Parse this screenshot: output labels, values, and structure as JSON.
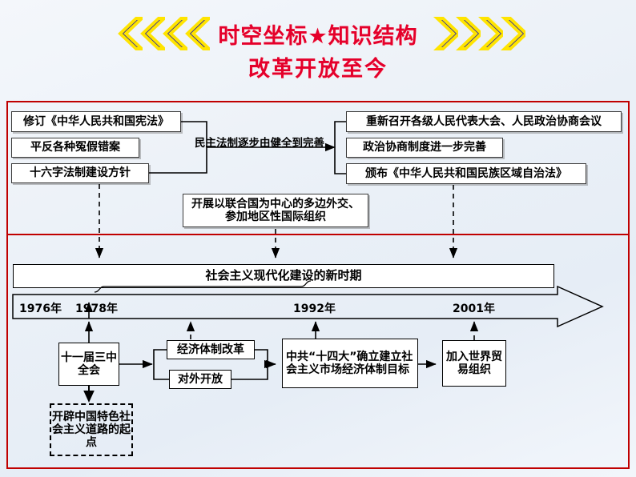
{
  "title": {
    "main": "时空坐标★知识结构",
    "sub": "改革开放至今",
    "chevron_left_count": 4,
    "chevron_right_count": 4,
    "text_color": "#e4002b",
    "chevron_fill": "#1414b4",
    "chevron_outline": "#ffe400"
  },
  "frame": {
    "border_color": "#c00000"
  },
  "section_politics": {
    "left_boxes": [
      {
        "label": "修订《中华人民共和国宪法》"
      },
      {
        "label": "平反各种冤假错案"
      },
      {
        "label": "十六字法制建设方针"
      }
    ],
    "connector_label": "民主法制逐步由健全到完善",
    "right_boxes": [
      {
        "label": "重新召开各级人民代表大会、人民政治协商会议"
      },
      {
        "label": "政治协商制度进一步完善"
      },
      {
        "label": "颁布《中华人民共和国民族区域自治法》"
      }
    ]
  },
  "section_diplomacy": {
    "box": {
      "label": "开展以联合国为中心的多边外交、参加地区性国际组织"
    }
  },
  "timeline": {
    "era_label": "社会主义现代化建设的新时期",
    "years": [
      {
        "label": "1976年"
      },
      {
        "label": "1978年"
      },
      {
        "label": "1992年"
      },
      {
        "label": "2001年"
      }
    ]
  },
  "section_economy": {
    "boxes": [
      {
        "label": "十一届三中全会"
      },
      {
        "label": "经济体制改革"
      },
      {
        "label": "对外开放"
      },
      {
        "label": "中共“十四大”确立建立社会主义市场经济体制目标"
      },
      {
        "label": "加入世界贸易组织"
      }
    ],
    "note_box": {
      "label": "开辟中国特色社会主义道路的起点"
    }
  }
}
